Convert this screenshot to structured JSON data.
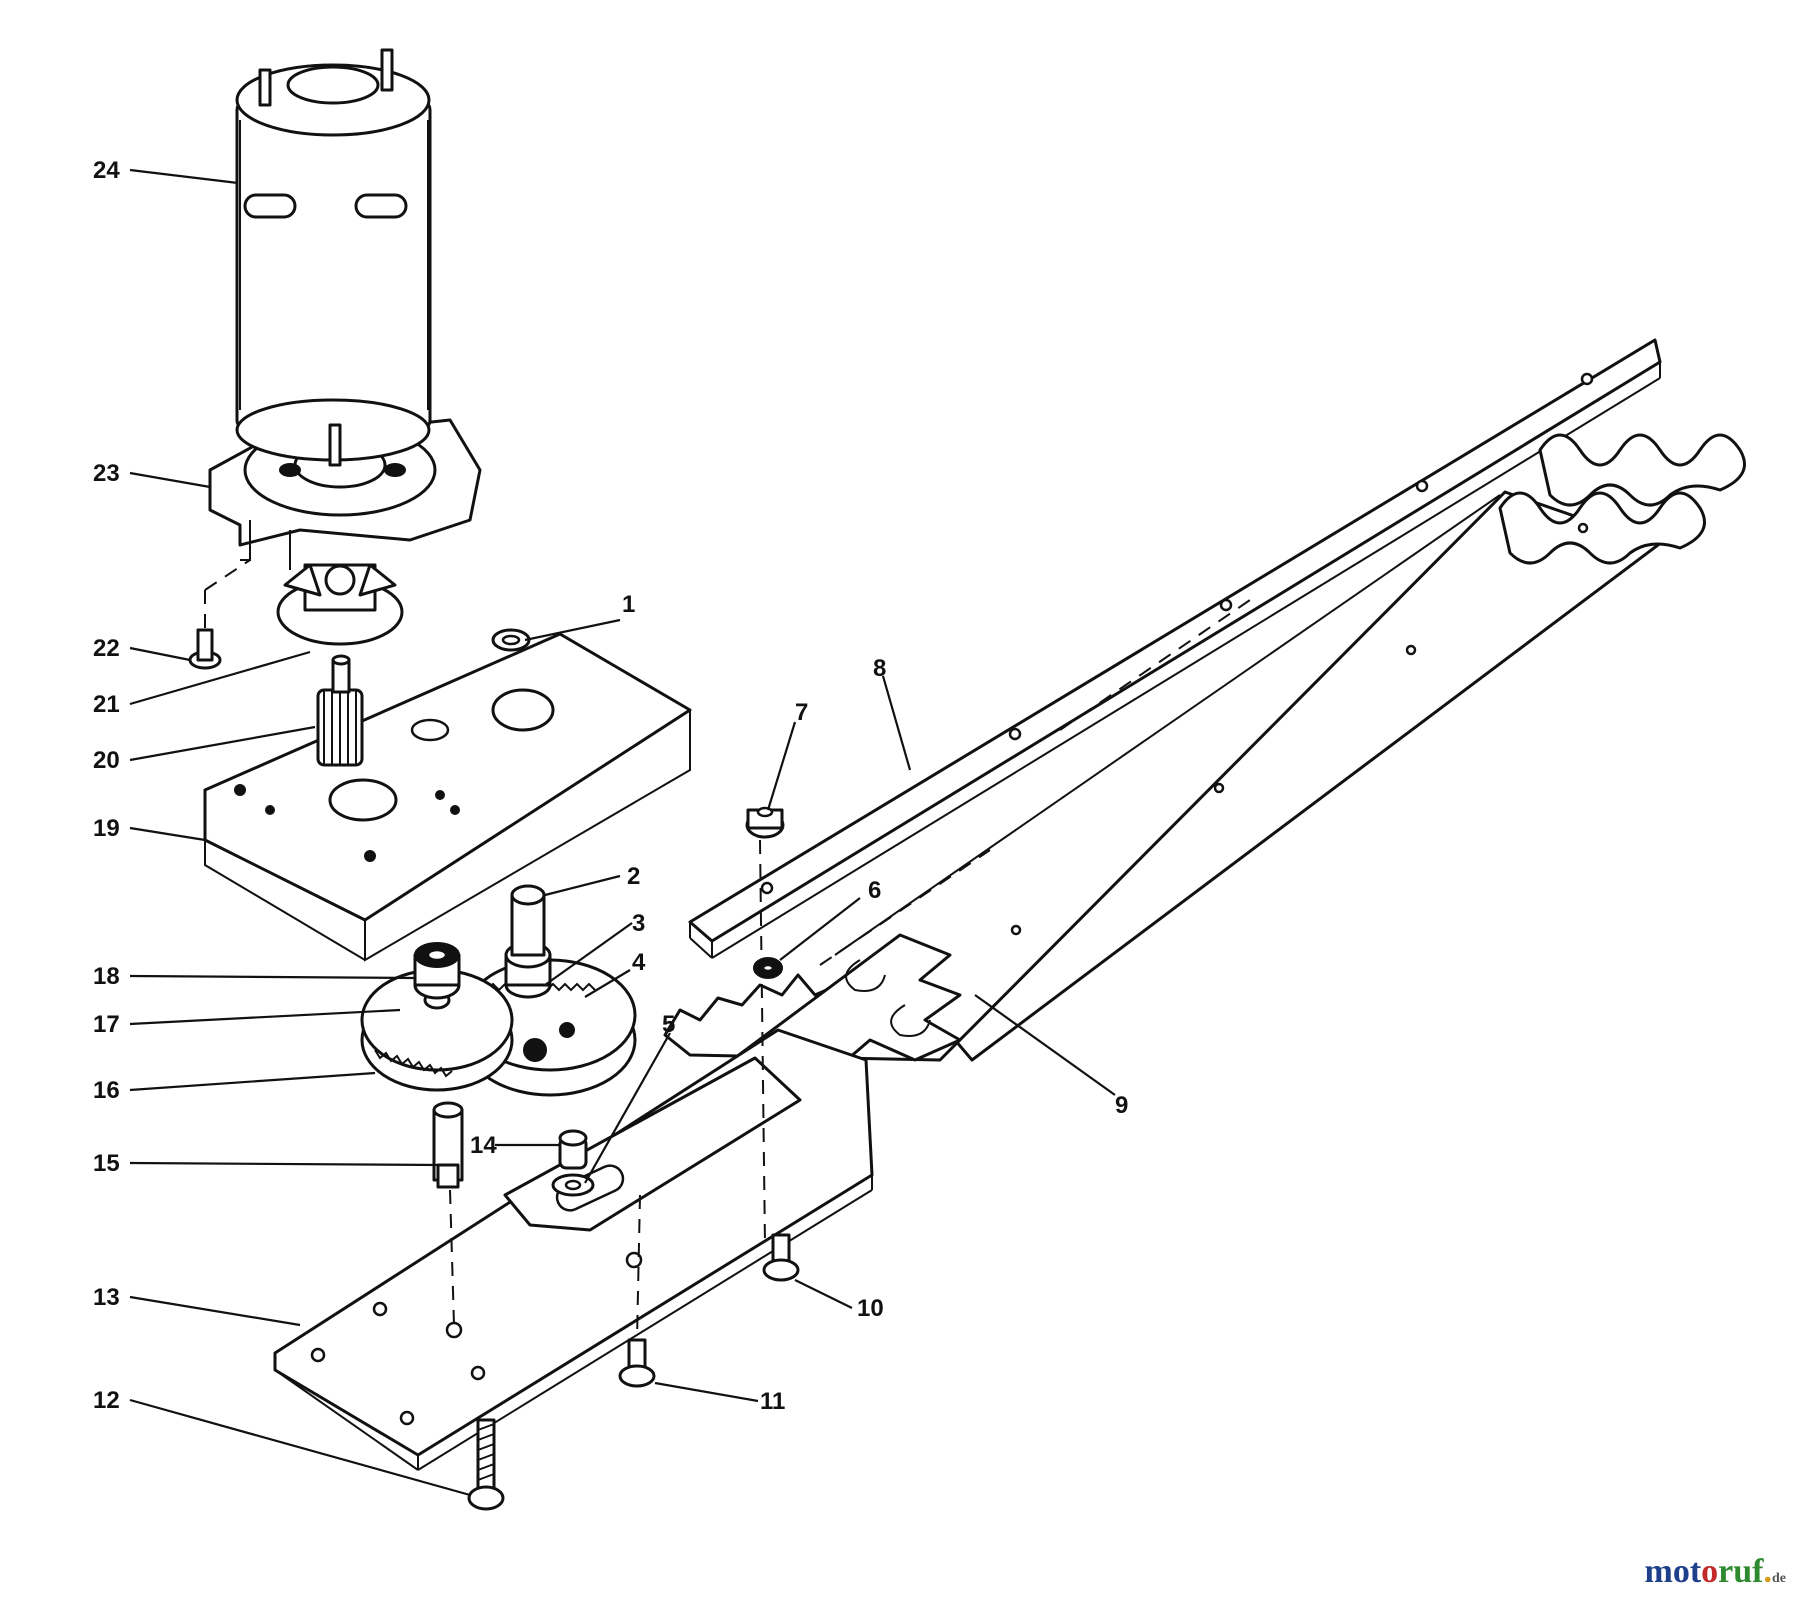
{
  "diagram": {
    "callouts": [
      "1",
      "2",
      "3",
      "4",
      "5",
      "6",
      "7",
      "8",
      "9",
      "10",
      "11",
      "12",
      "13",
      "14",
      "15",
      "16",
      "17",
      "18",
      "19",
      "20",
      "21",
      "22",
      "23",
      "24"
    ],
    "parts": {
      "p24": "motor",
      "p23": "motor mount",
      "p21": "pinion holder",
      "p20": "pinion gear",
      "p19": "gear housing",
      "p8": "upper blade bar",
      "p9": "lower cutting blade",
      "p13": "base plate",
      "p4": "drive gear",
      "p16": "idler gear"
    }
  },
  "watermark": {
    "part1": "mot",
    "part2": "o",
    "part3": "ruf",
    "part4": ".",
    "tld": "de"
  },
  "colors": {
    "line": "#111111",
    "background": "#ffffff"
  }
}
